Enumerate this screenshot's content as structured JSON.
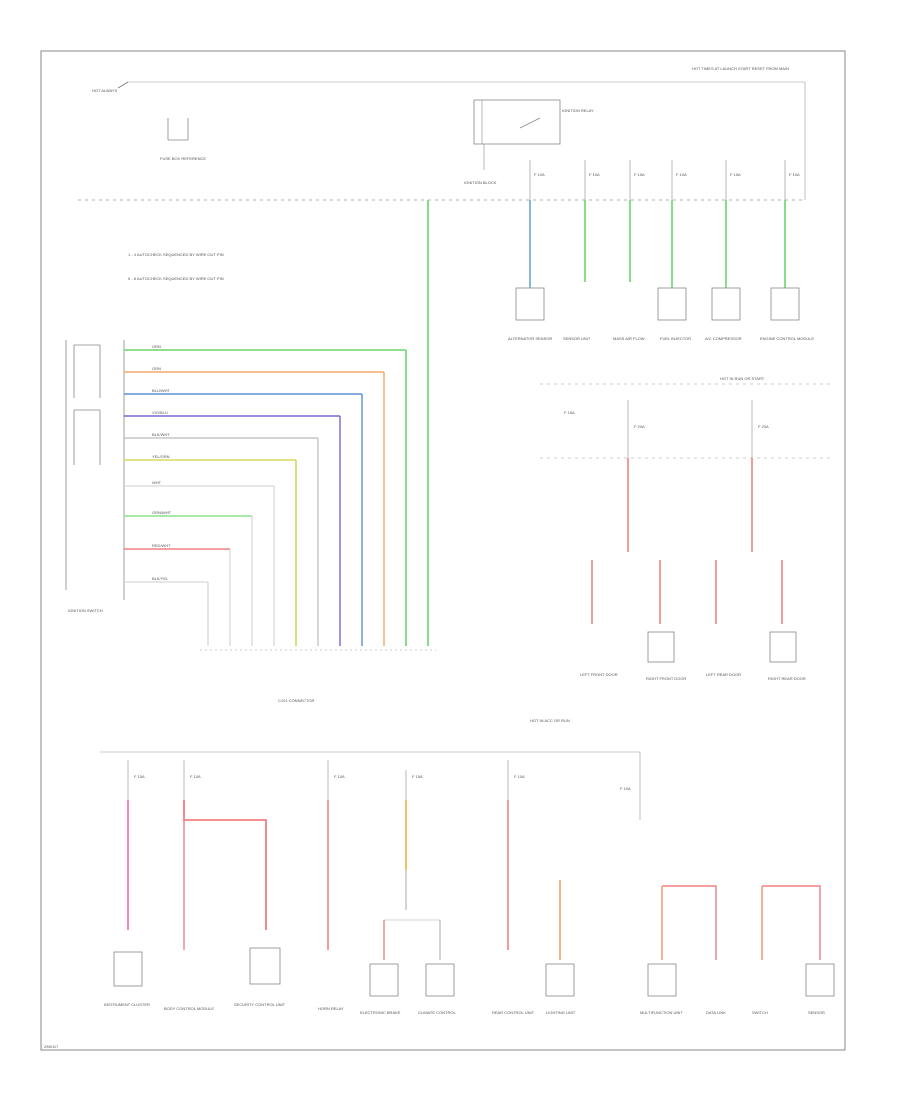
{
  "diagram": {
    "legend": [
      "1 - 4 AUTOCHECK SEQUENCED BY WIRE OUT PIN",
      "5 - 8 AUTOCHECK SEQUENCED BY WIRE OUT PIN"
    ],
    "top_right_note": "HOT TIMES AT LAUNCH START RESET FROM MAIN",
    "top_left_source": "HOT ALWAYS",
    "ground_label": "FUSE BOX REFERENCE",
    "relay_label": "IGNITION RELAY",
    "junction_label": "IGNITION BLOCK",
    "fuses_top": [
      "F 10A",
      "F 10A",
      "F 15A",
      "F 10A",
      "F 15A",
      "F 10A"
    ],
    "loads_top": [
      "ALTERNATOR SENSOR",
      "SENSOR UNIT",
      "MASS AIR FLOW",
      "FUEL INJECTOR",
      "A/C COMPRESSOR",
      "ENGINE CONTROL MODULE"
    ],
    "wire_colors": [
      "GRN",
      "ORN",
      "BLU/WHT",
      "VIO/BLU",
      "BLK/WHT",
      "YEL/GRN",
      "WHT",
      "GRN/WHT",
      "RED/WHT",
      "BLK/YEL"
    ],
    "switch_label": "IGNITION SWITCH",
    "connector_label": "C101 CONNECTOR",
    "mid_right_note": "HOT IN RUN OR START",
    "mid_right_fuses": [
      "F 15A",
      "F 20A",
      "F 20A"
    ],
    "mid_right_loads": [
      "LEFT FRONT DOOR",
      "RIGHT FRONT DOOR",
      "LEFT REAR DOOR",
      "RIGHT REAR DOOR"
    ],
    "bottom_note": "HOT IN ACC OR RUN",
    "bottom_fuses": [
      "F 15A",
      "F 10A",
      "F 10A",
      "F 15A",
      "F 10A",
      "F 10A"
    ],
    "bottom_loads": [
      "INSTRUMENT CLUSTER",
      "BODY CONTROL MODULE",
      "SECURITY CONTROL UNIT",
      "HORN RELAY",
      "ELECTRONIC BRAKE",
      "CLIMATE CONTROL",
      "REAR CONTROL UNIT",
      "LIGHTING UNIT",
      "MULTIFUNCTION UNIT",
      "DATA LINK",
      "SWITCH",
      "SENSOR"
    ],
    "footer_id": "ZM0117"
  }
}
